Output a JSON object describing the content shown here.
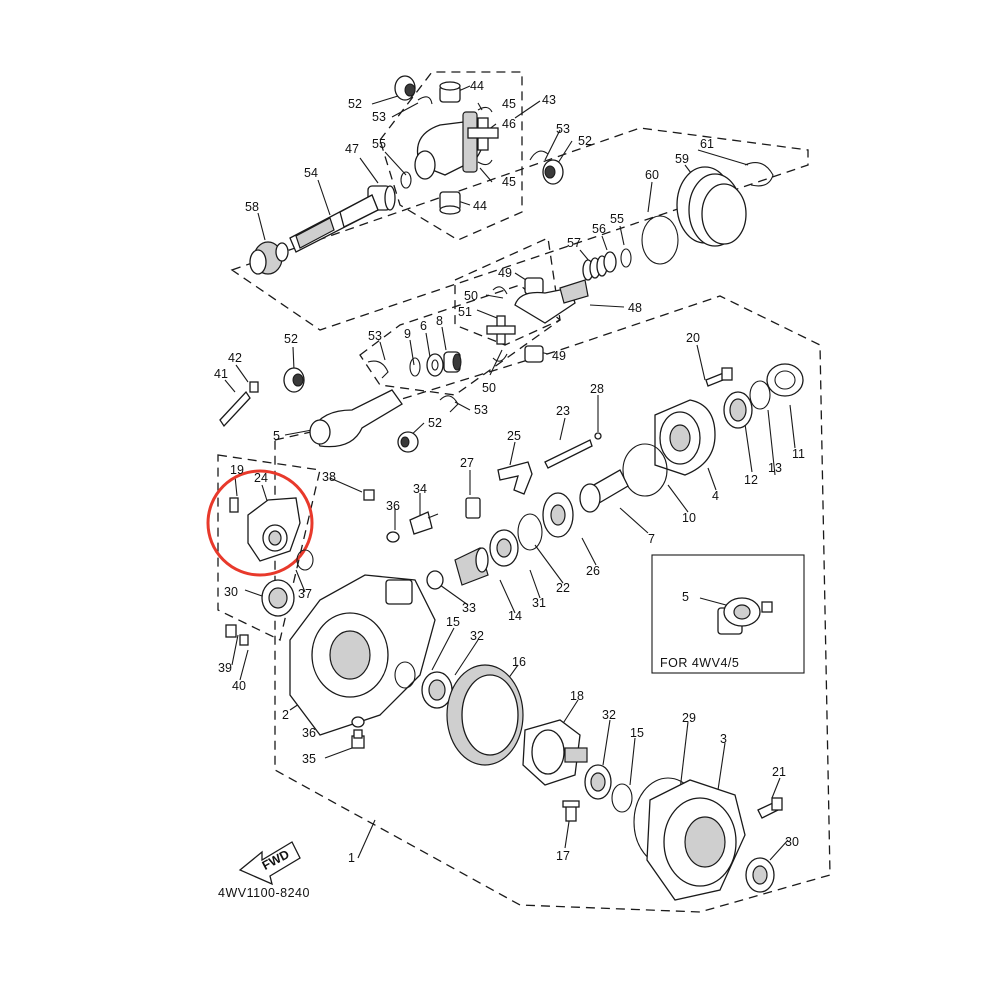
{
  "diagram": {
    "code": "4WV1100-8240",
    "inset_caption": "FOR 4WV4/5",
    "fwd_arrow_text": "FWD",
    "highlight_color": "#e8392b",
    "labels": {
      "c52a": "52",
      "c53a": "53",
      "c44a": "44",
      "c45a": "45",
      "c43": "43",
      "c46": "46",
      "c53b": "53",
      "c52b": "52",
      "c55a": "55",
      "c47": "47",
      "c54": "54",
      "c45b": "45",
      "c44b": "44",
      "c58": "58",
      "c61": "61",
      "c60": "60",
      "c59": "59",
      "c57": "57",
      "c56": "56",
      "c55b": "55",
      "c49a": "49",
      "c50a": "50",
      "c48": "48",
      "c51": "51",
      "c49b": "49",
      "c50b": "50",
      "c53c": "53",
      "c9": "9",
      "c6": "6",
      "c8": "8",
      "c52c": "52",
      "c42": "42",
      "c41": "41",
      "c5a": "5",
      "c52d": "52",
      "c53d": "53",
      "c20": "20",
      "c28": "28",
      "c23": "23",
      "c25": "25",
      "c27": "27",
      "c38": "38",
      "c19": "19",
      "c24": "24",
      "c36a": "36",
      "c34": "34",
      "c4": "4",
      "c12": "12",
      "c13": "13",
      "c11": "11",
      "c10": "10",
      "c7": "7",
      "c26": "26",
      "c22": "22",
      "c31": "31",
      "c14": "14",
      "c33": "33",
      "c37": "37",
      "c30a": "30",
      "c39": "39",
      "c40": "40",
      "c15a": "15",
      "c32a": "32",
      "c16": "16",
      "c2": "2",
      "c36b": "36",
      "c35": "35",
      "c18": "18",
      "c32b": "32",
      "c15b": "15",
      "c29": "29",
      "c3": "3",
      "c21": "21",
      "c30b": "30",
      "c17": "17",
      "c1": "1",
      "c5b": "5"
    }
  }
}
